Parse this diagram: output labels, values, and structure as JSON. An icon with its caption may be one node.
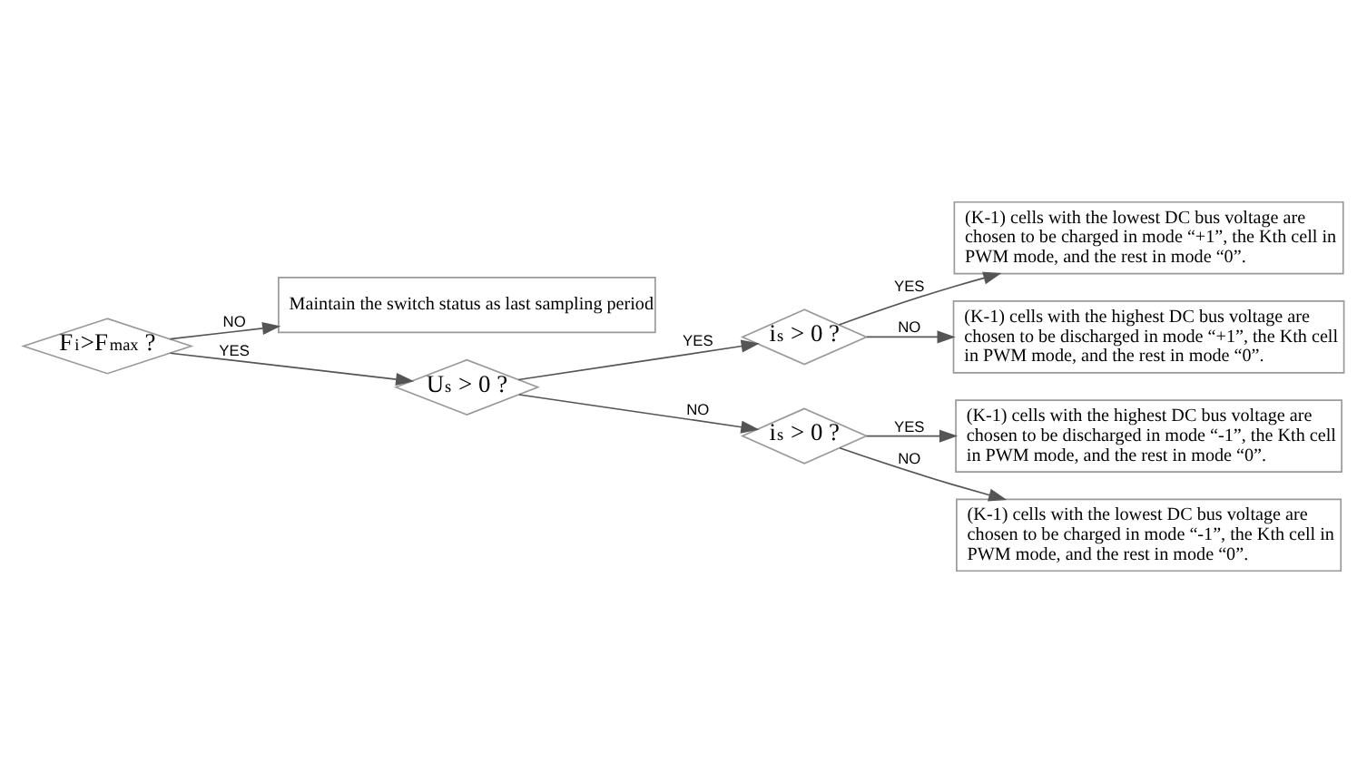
{
  "diagram": {
    "nodes": [
      {
        "text": [
          "F$_{i}$>F$_{max}$ ?"
        ]
      },
      {
        "text": [
          "Maintain the switch status as last sampling period"
        ]
      },
      {
        "text": [
          "U$_{s}$ > 0 ?"
        ]
      },
      {
        "text": [
          "i$_{s}$ > 0 ?"
        ]
      },
      {
        "text": [
          "i$_{s}$ > 0 ?"
        ]
      },
      {
        "text": [
          "(K-1) cells with the lowest DC bus voltage are chosen to be charged in mode “+1”, the Kth cell in PWM mode, and the rest in mode “0”."
        ]
      },
      {
        "text": [
          "(K-1) cells with the highest DC bus voltage are chosen to be discharged in mode “+1”, the Kth cell in PWM mode, and the rest in mode “0”."
        ]
      },
      {
        "text": [
          "(K-1) cells with the highest DC bus voltage are chosen to be discharged in mode “-1”, the Kth cell in PWM mode, and the rest in mode “0”."
        ]
      },
      {
        "text": [
          "(K-1) cells with the lowest DC bus voltage are chosen to be charged in mode “-1”, the Kth cell in PWM mode, and the rest in mode “0”."
        ]
      }
    ],
    "edges": [
      {
        "from": 0,
        "to": 1,
        "arrow": "to",
        "label": "NO"
      },
      {
        "from": 0,
        "to": 2,
        "arrow": "to",
        "label": "YES"
      },
      {
        "from": 2,
        "to": 3,
        "arrow": "to",
        "label": "YES"
      },
      {
        "from": 2,
        "to": 4,
        "arrow": "to",
        "label": "NO"
      },
      {
        "from": 3,
        "to": 5,
        "arrow": "to",
        "label": "YES"
      },
      {
        "from": 3,
        "to": 6,
        "arrow": "to",
        "label": "NO"
      },
      {
        "from": 4,
        "to": 7,
        "arrow": "to",
        "label": "YES"
      },
      {
        "from": 4,
        "to": 8,
        "arrow": "to",
        "label": "NO"
      }
    ]
  }
}
